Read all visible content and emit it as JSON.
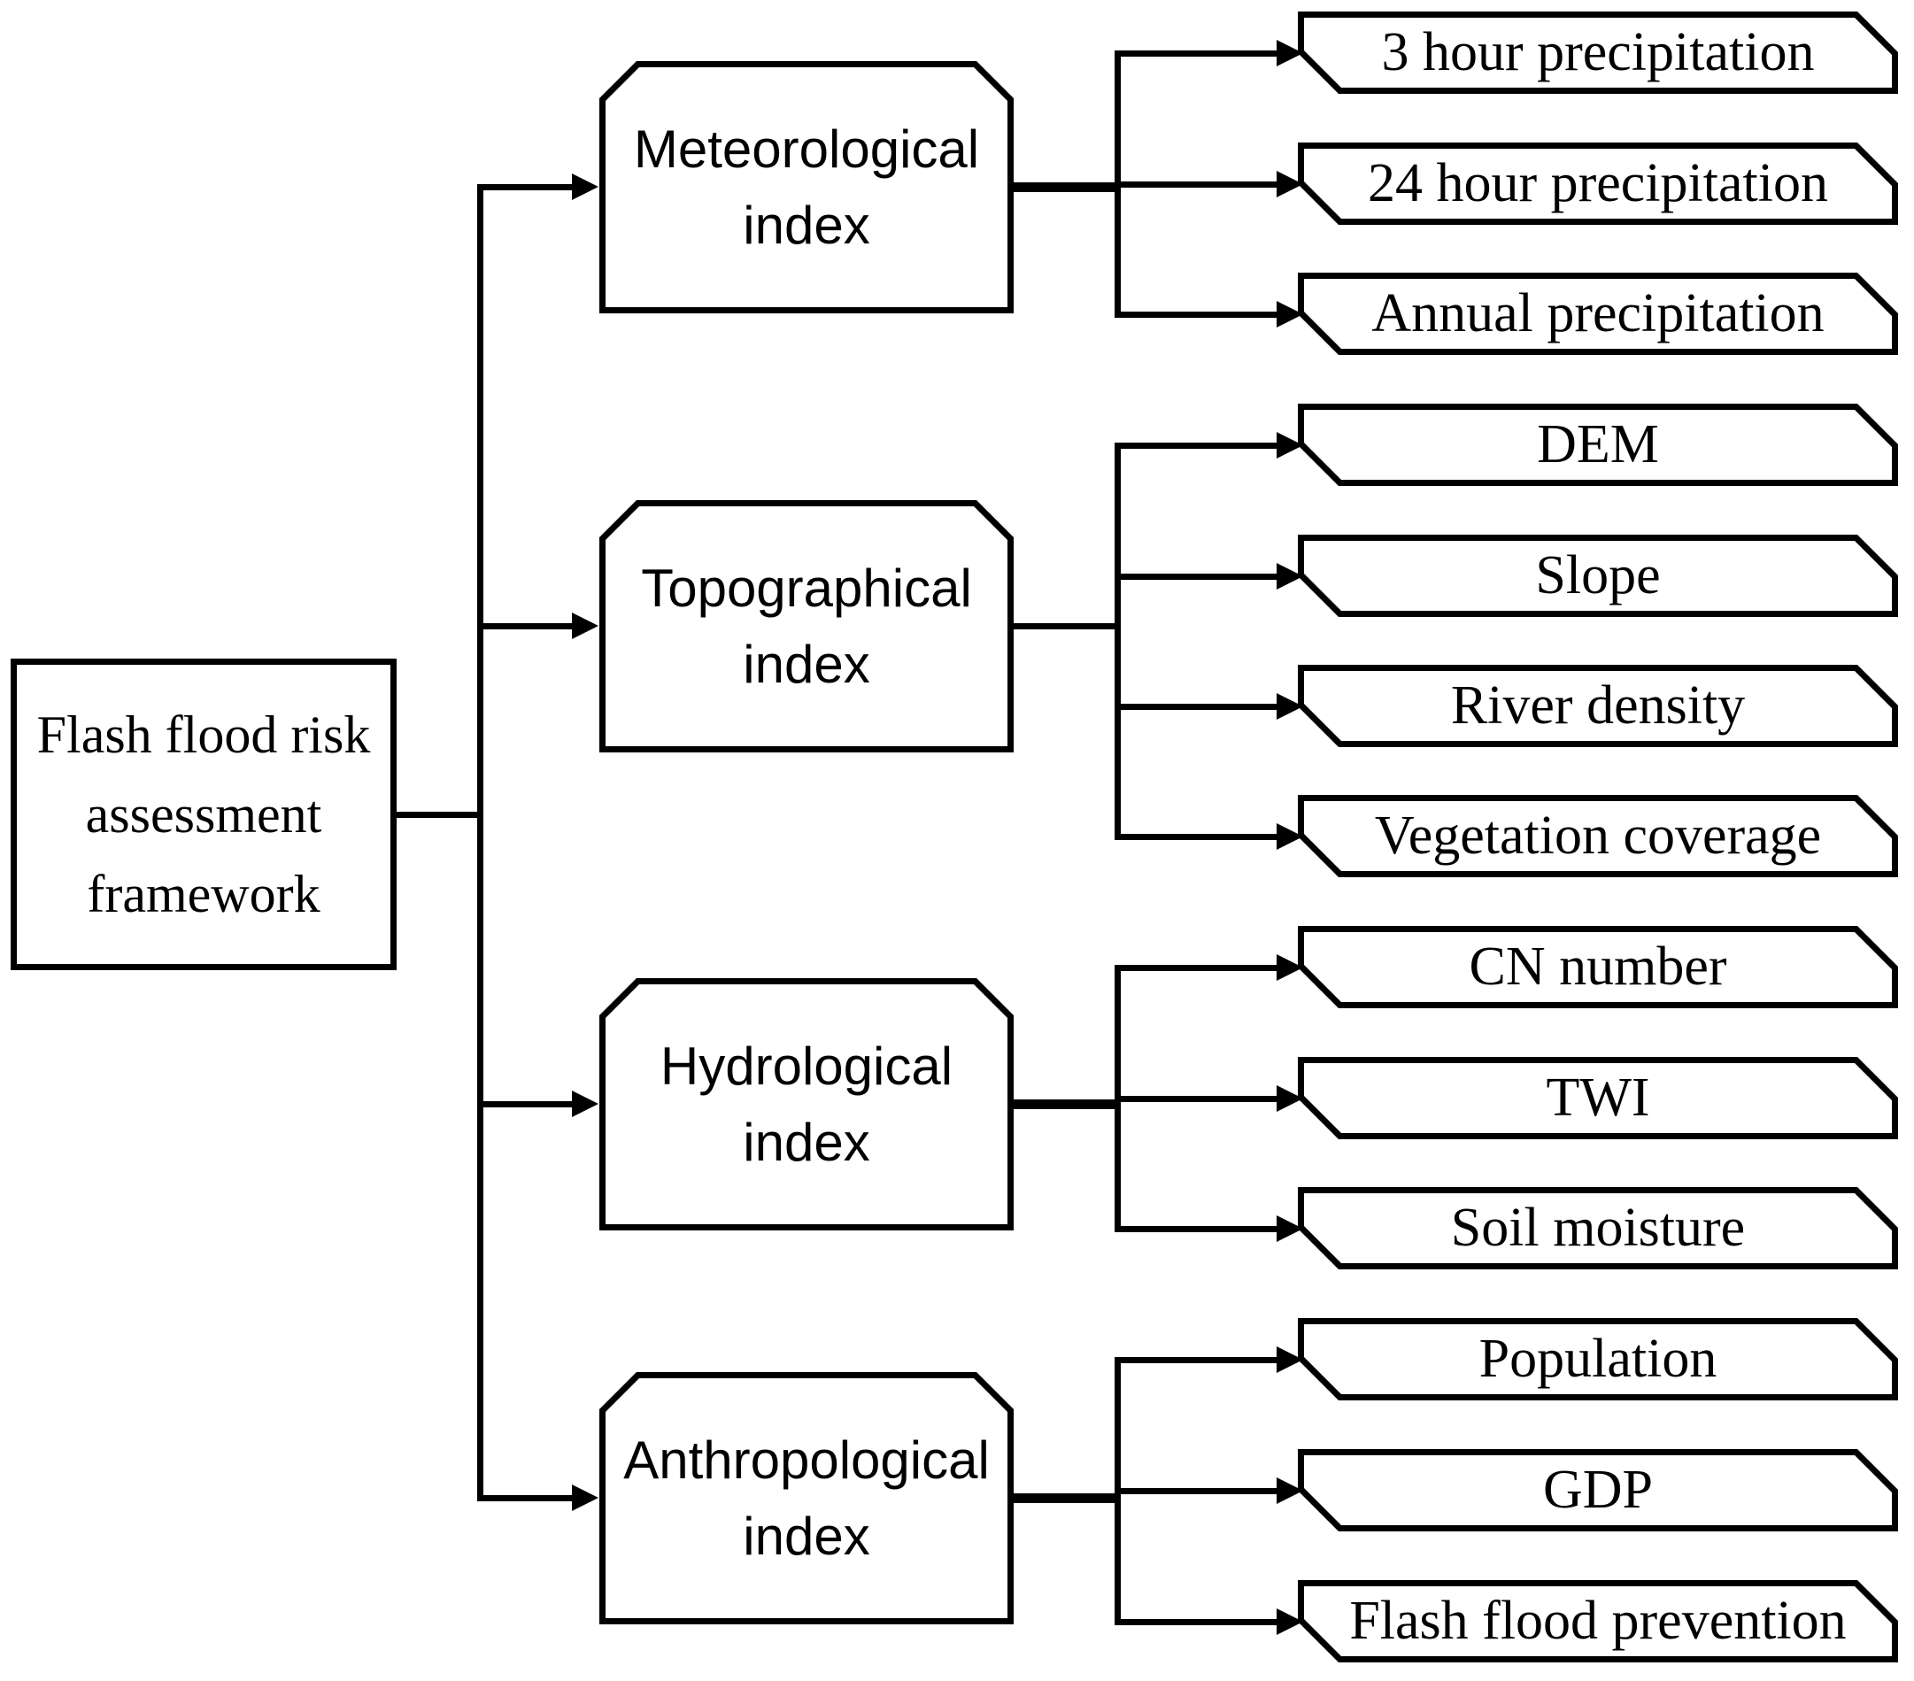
{
  "diagram": {
    "root": {
      "label": "Flash flood risk assessment framework"
    },
    "groups": [
      {
        "label": "Meteorological index",
        "children": [
          "3 hour precipitation",
          "24 hour precipitation",
          "Annual precipitation"
        ]
      },
      {
        "label": "Topographical index",
        "children": [
          "DEM",
          "Slope",
          "River density",
          "Vegetation coverage"
        ]
      },
      {
        "label": "Hydrological index",
        "children": [
          "CN number",
          "TWI",
          "Soil moisture"
        ]
      },
      {
        "label": "Anthropological index",
        "children": [
          "Population",
          "GDP",
          "Flash flood prevention"
        ]
      }
    ],
    "colors": {
      "line": "#000000",
      "background": "#ffffff",
      "node_fill": "#ffffff"
    }
  }
}
